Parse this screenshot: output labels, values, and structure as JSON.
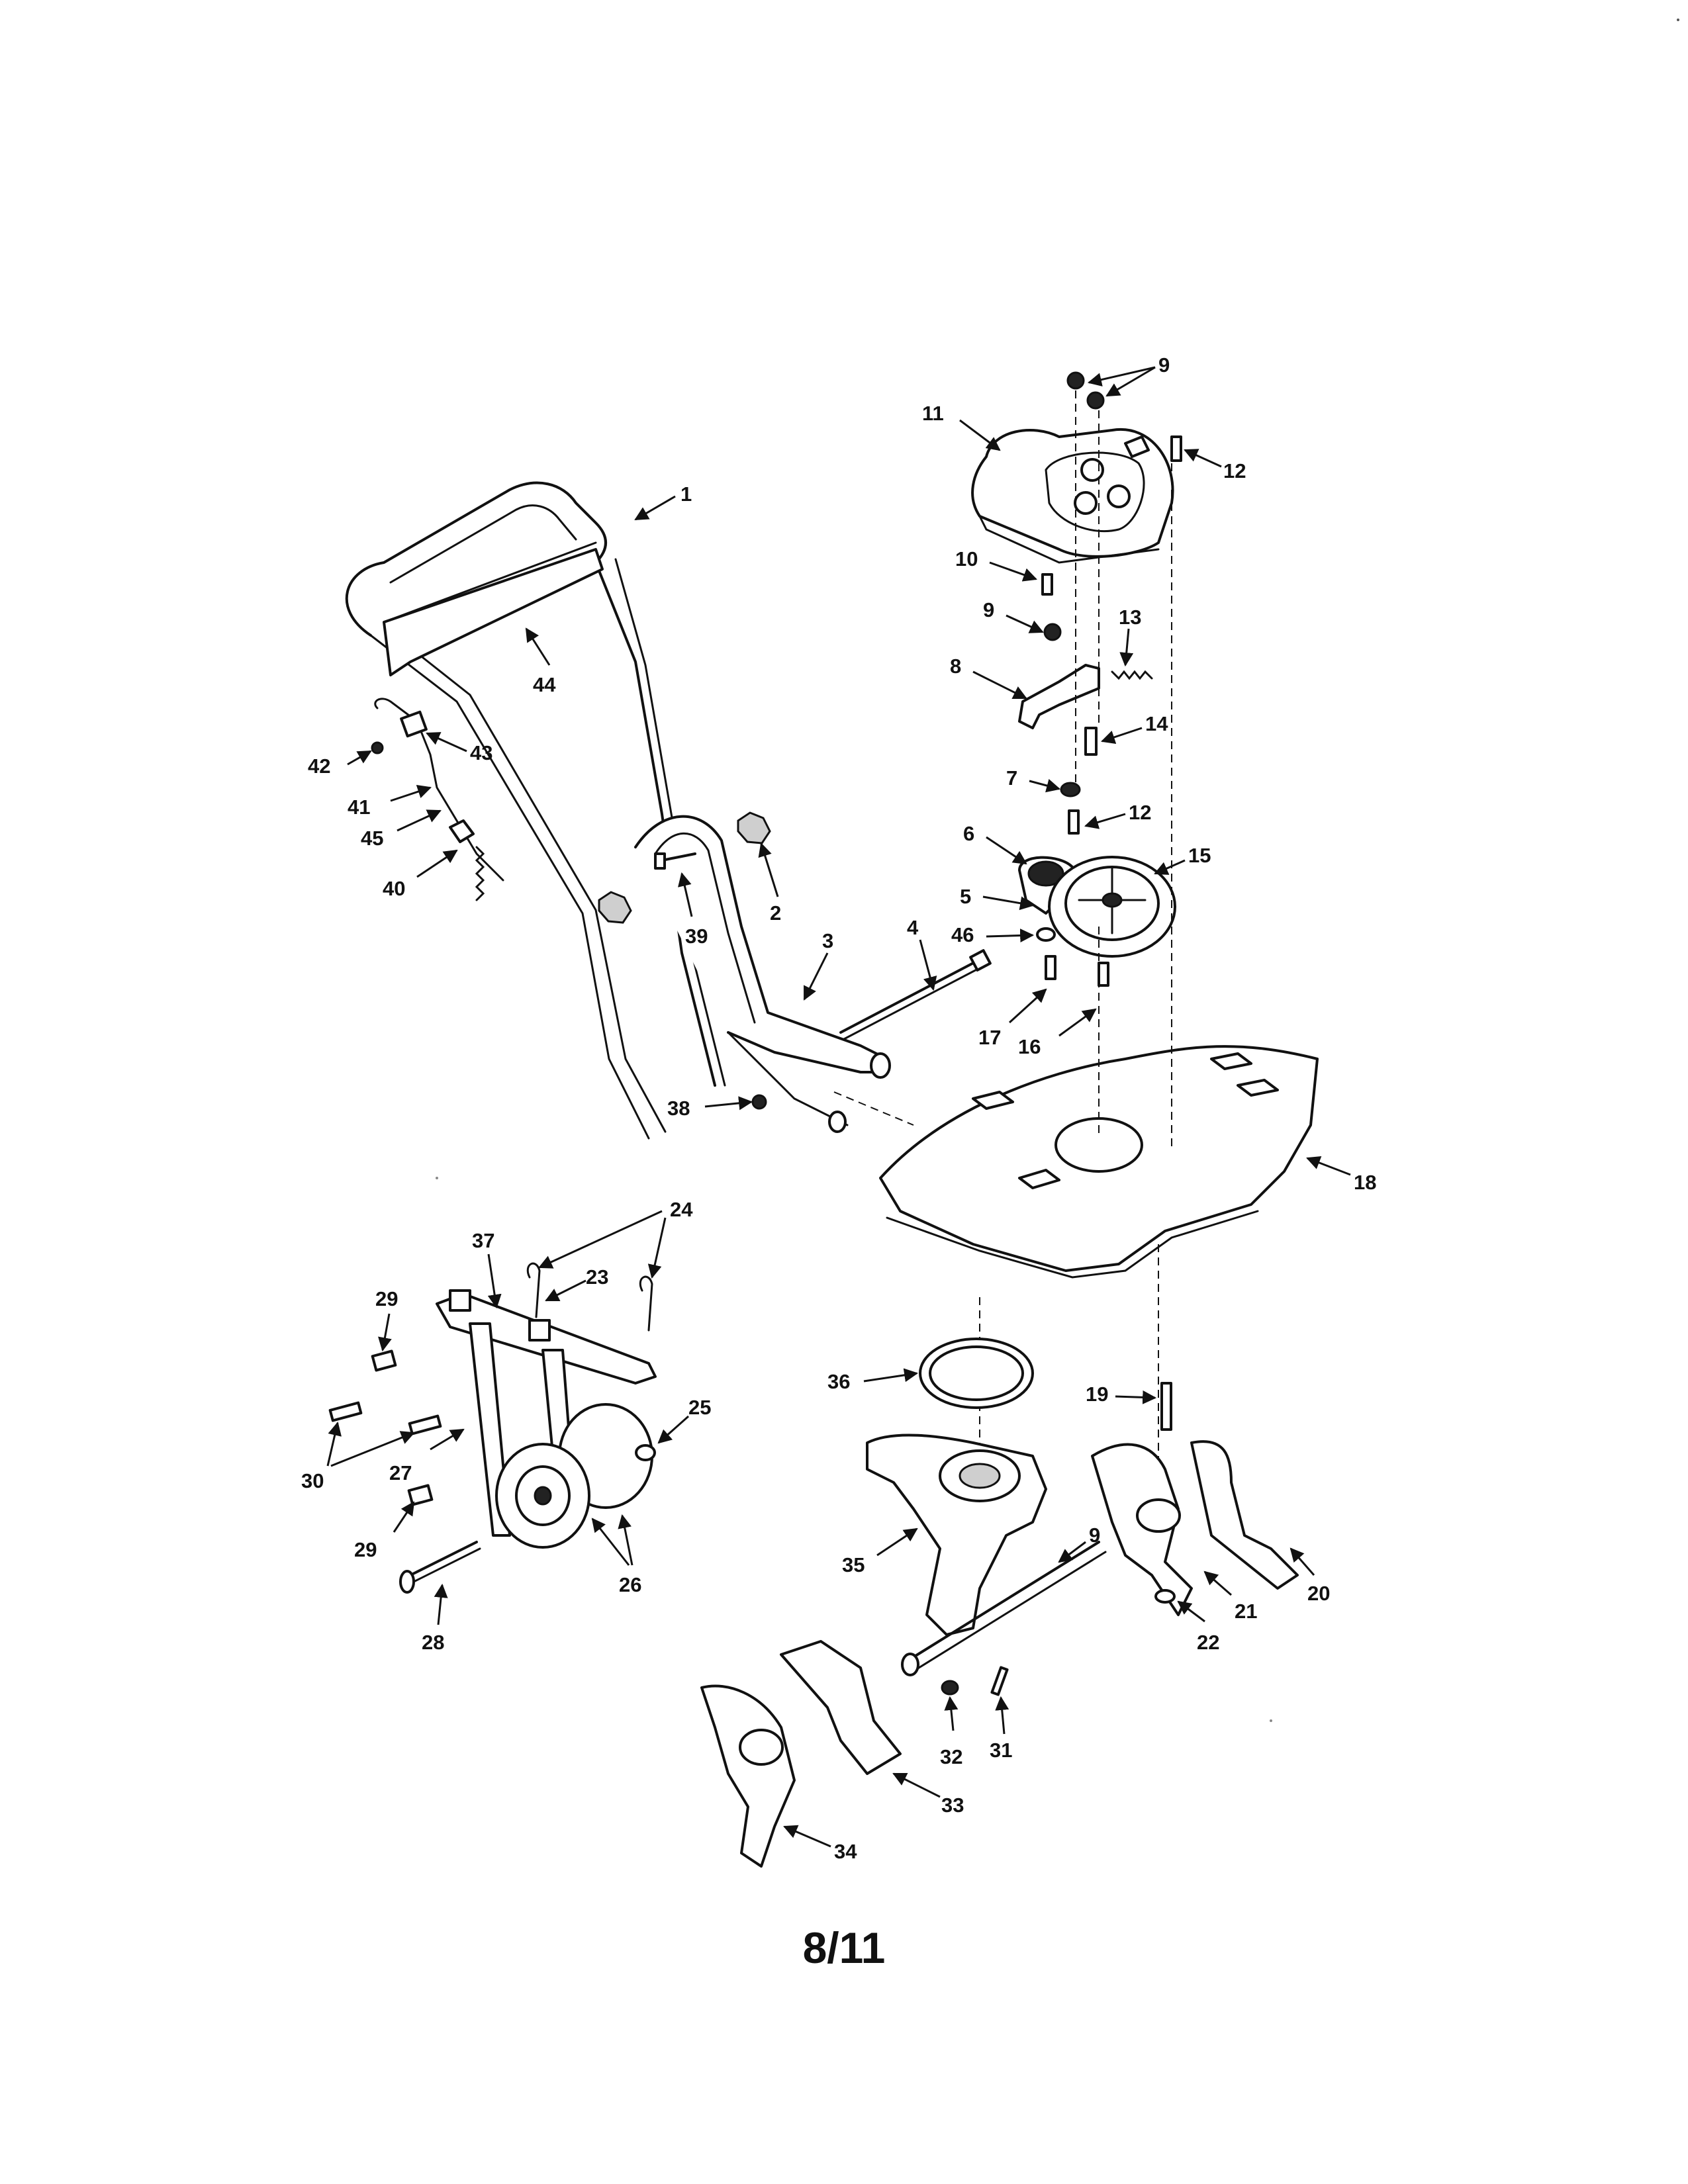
{
  "page": {
    "number": "8/11"
  },
  "callouts": [
    {
      "id": "1",
      "label": "1"
    },
    {
      "id": "2",
      "label": "2"
    },
    {
      "id": "3",
      "label": "3"
    },
    {
      "id": "4",
      "label": "4"
    },
    {
      "id": "5",
      "label": "5"
    },
    {
      "id": "6",
      "label": "6"
    },
    {
      "id": "7",
      "label": "7"
    },
    {
      "id": "8",
      "label": "8"
    },
    {
      "id": "9a",
      "label": "9"
    },
    {
      "id": "9b",
      "label": "9"
    },
    {
      "id": "9c",
      "label": "9"
    },
    {
      "id": "10",
      "label": "10"
    },
    {
      "id": "11",
      "label": "11"
    },
    {
      "id": "12a",
      "label": "12"
    },
    {
      "id": "12b",
      "label": "12"
    },
    {
      "id": "13",
      "label": "13"
    },
    {
      "id": "14",
      "label": "14"
    },
    {
      "id": "15",
      "label": "15"
    },
    {
      "id": "16",
      "label": "16"
    },
    {
      "id": "17",
      "label": "17"
    },
    {
      "id": "18",
      "label": "18"
    },
    {
      "id": "19",
      "label": "19"
    },
    {
      "id": "20",
      "label": "20"
    },
    {
      "id": "21",
      "label": "21"
    },
    {
      "id": "22",
      "label": "22"
    },
    {
      "id": "23",
      "label": "23"
    },
    {
      "id": "24",
      "label": "24"
    },
    {
      "id": "25",
      "label": "25"
    },
    {
      "id": "26",
      "label": "26"
    },
    {
      "id": "27",
      "label": "27"
    },
    {
      "id": "28",
      "label": "28"
    },
    {
      "id": "29a",
      "label": "29"
    },
    {
      "id": "29b",
      "label": "29"
    },
    {
      "id": "30",
      "label": "30"
    },
    {
      "id": "31",
      "label": "31"
    },
    {
      "id": "32",
      "label": "32"
    },
    {
      "id": "33",
      "label": "33"
    },
    {
      "id": "34",
      "label": "34"
    },
    {
      "id": "35",
      "label": "35"
    },
    {
      "id": "36",
      "label": "36"
    },
    {
      "id": "37",
      "label": "37"
    },
    {
      "id": "38",
      "label": "38"
    },
    {
      "id": "39",
      "label": "39"
    },
    {
      "id": "40",
      "label": "40"
    },
    {
      "id": "41",
      "label": "41"
    },
    {
      "id": "42",
      "label": "42"
    },
    {
      "id": "43",
      "label": "43"
    },
    {
      "id": "44",
      "label": "44"
    },
    {
      "id": "45",
      "label": "45"
    },
    {
      "id": "46",
      "label": "46"
    }
  ]
}
